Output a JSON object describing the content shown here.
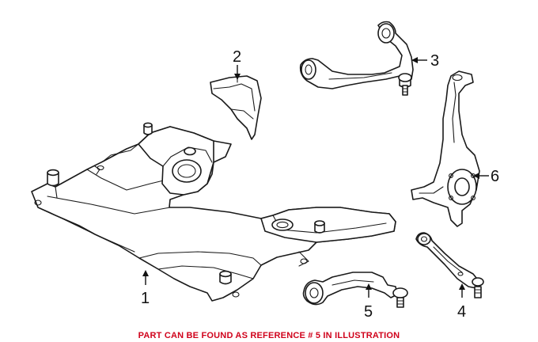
{
  "diagram": {
    "callouts": [
      {
        "id": 1,
        "label": "1"
      },
      {
        "id": 2,
        "label": "2"
      },
      {
        "id": 3,
        "label": "3"
      },
      {
        "id": 4,
        "label": "4"
      },
      {
        "id": 5,
        "label": "5"
      },
      {
        "id": 6,
        "label": "6"
      }
    ],
    "caption": "PART CAN BE FOUND AS REFERENCE # 5 IN ILLUSTRATION",
    "colors": {
      "line": "#1a1a1a",
      "caption": "#d0021b",
      "background": "#ffffff"
    }
  }
}
